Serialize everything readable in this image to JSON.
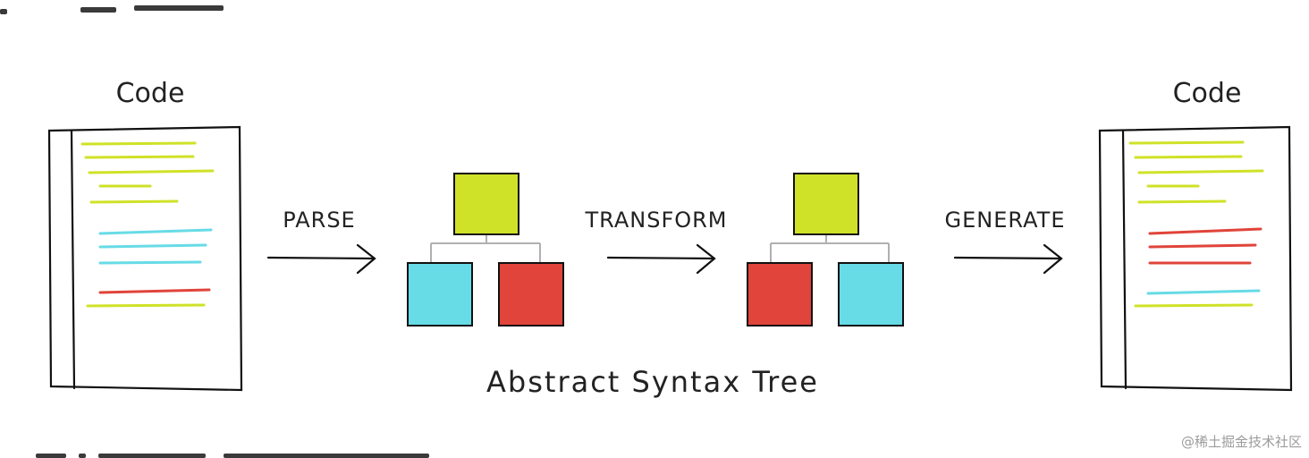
{
  "diagram": {
    "input_title": "Code",
    "output_title": "Code",
    "steps": {
      "parse": "PARSE",
      "transform": "TRANSFORM",
      "generate": "GENERATE"
    },
    "ast_caption": "Abstract Syntax Tree"
  },
  "colors": {
    "lime": "#cfe227",
    "cyan": "#67dbe6",
    "red": "#e0443a",
    "ink": "#111111",
    "connector": "#b0b0b0"
  },
  "watermark": "@稀土掘金技术社区"
}
